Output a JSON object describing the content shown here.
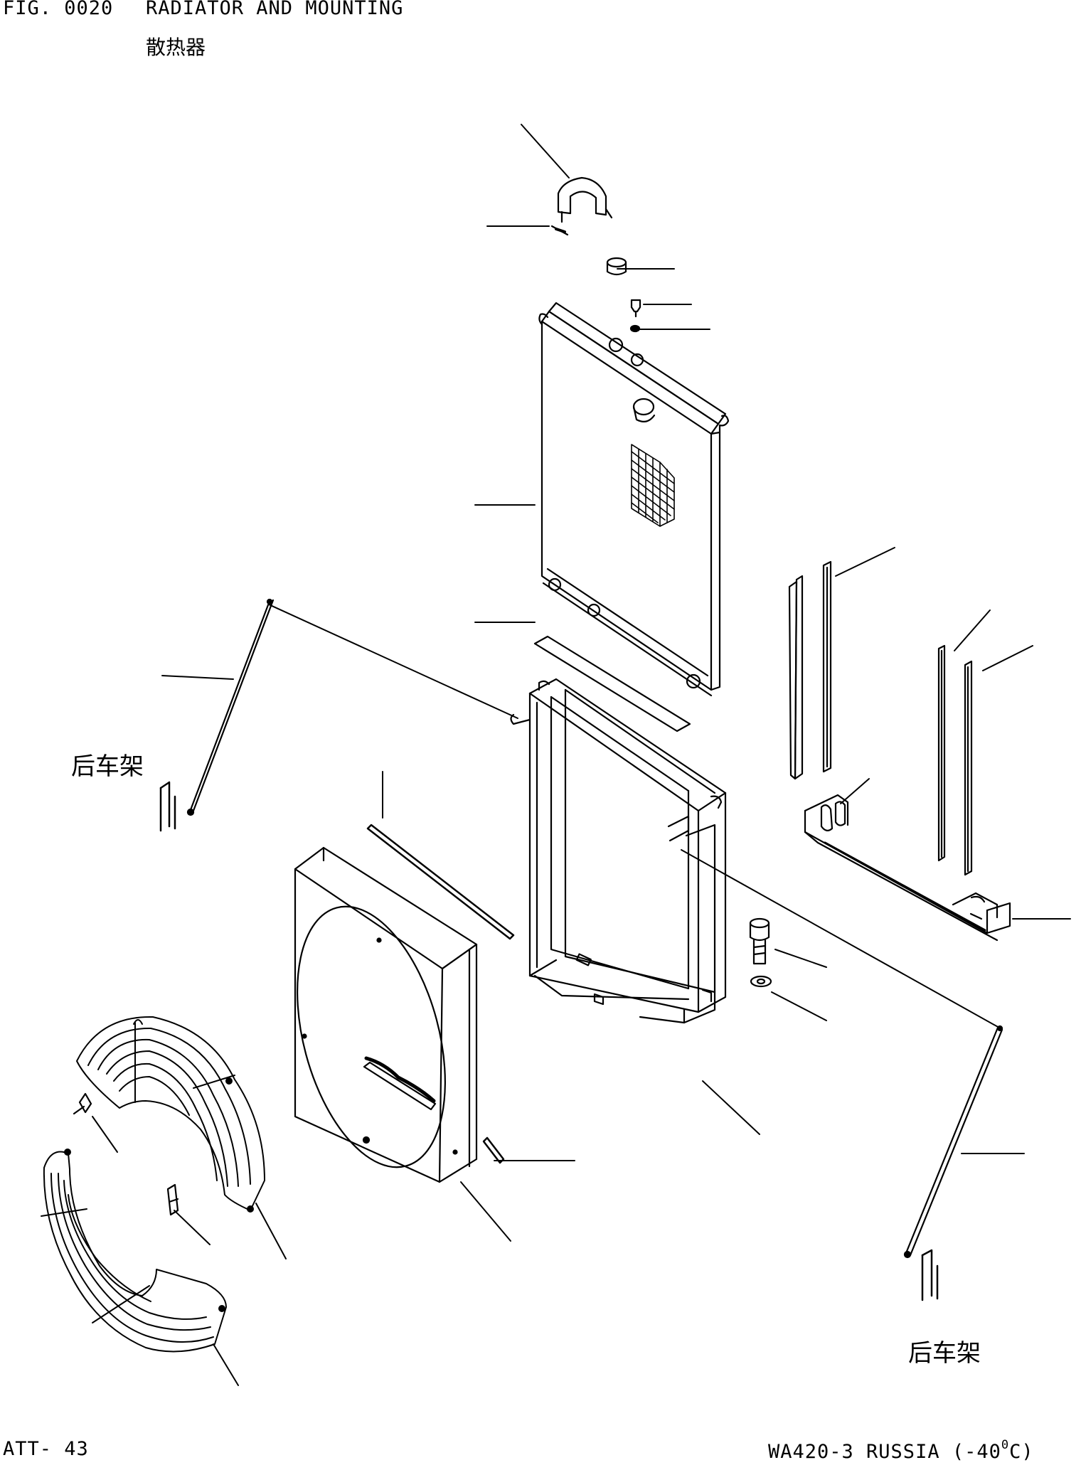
{
  "header": {
    "fig_number": "FIG. 0020",
    "title_en": "RADIATOR AND MOUNTING",
    "title_cn": "散热器"
  },
  "labels": {
    "rear_frame_left": "后车架",
    "rear_frame_right": "后车架"
  },
  "footer": {
    "page_ref": "ATT- 43",
    "model": "WA420-3 RUSSIA (-40",
    "degree_symbol": "0",
    "model_unit": "C)"
  }
}
